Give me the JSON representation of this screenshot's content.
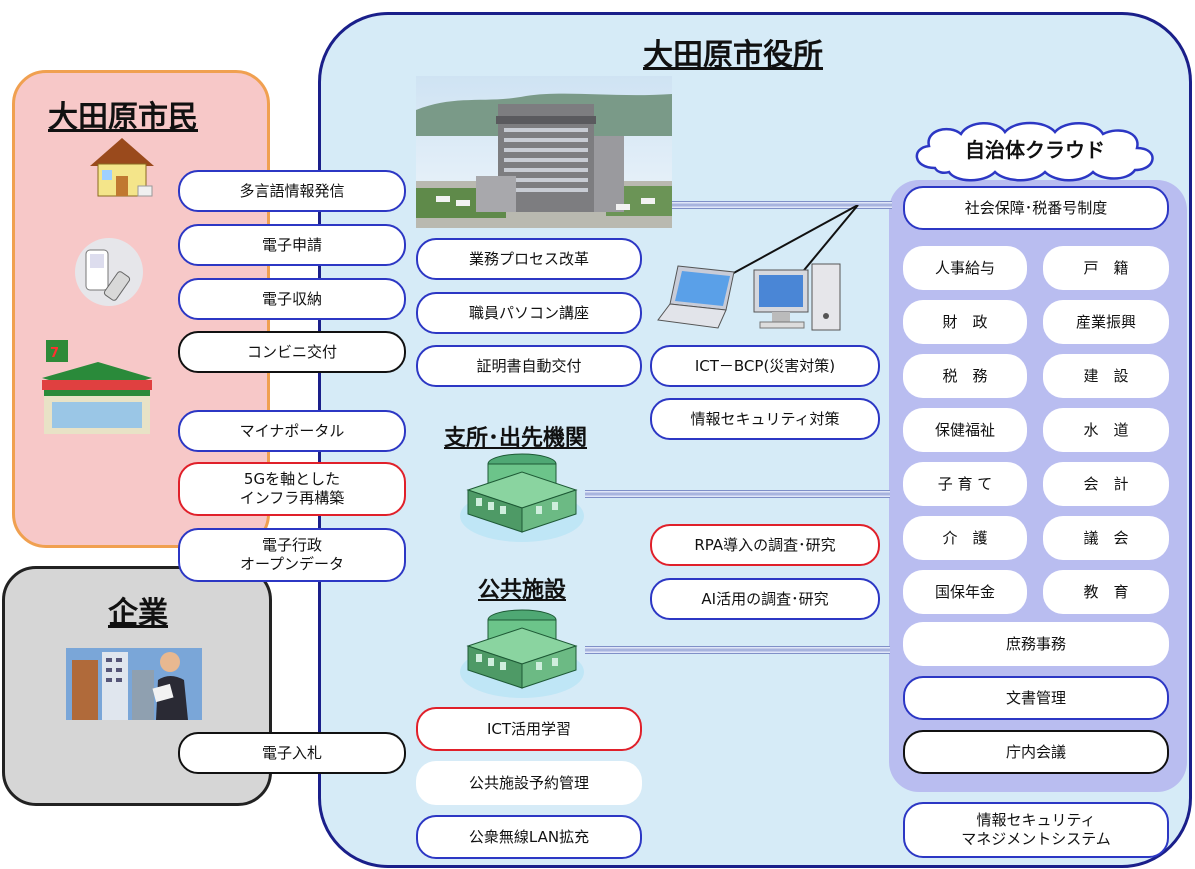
{
  "city_hall": {
    "title": "大田原市役所"
  },
  "citizens": {
    "title": "大田原市民"
  },
  "companies": {
    "title": "企業"
  },
  "honcho": {
    "title": "本庁"
  },
  "branch": {
    "title": "支所･出先機関"
  },
  "public": {
    "title": "公共施設"
  },
  "cloud": {
    "title": "自治体クラウド"
  },
  "left_services": [
    {
      "label": "多言語情報発信",
      "border": "blue"
    },
    {
      "label": "電子申請",
      "border": "blue"
    },
    {
      "label": "電子収納",
      "border": "blue"
    },
    {
      "label": "コンビニ交付",
      "border": "black"
    },
    {
      "label": "マイナポータル",
      "border": "blue"
    },
    {
      "label": "5Gを軸とした\nインフラ再構築",
      "border": "red"
    },
    {
      "label": "電子行政\nオープンデータ",
      "border": "blue"
    },
    {
      "label": "電子入札",
      "border": "black"
    }
  ],
  "honcho_services": [
    {
      "label": "業務プロセス改革",
      "border": "blue"
    },
    {
      "label": "職員パソコン講座",
      "border": "blue"
    },
    {
      "label": "証明書自動交付",
      "border": "blue"
    }
  ],
  "middle_services": [
    {
      "label": "ICT－BCP(災害対策)",
      "border": "blue"
    },
    {
      "label": "情報セキュリティ対策",
      "border": "blue"
    },
    {
      "label": "RPA導入の調査･研究",
      "border": "red"
    },
    {
      "label": "AI活用の調査･研究",
      "border": "blue"
    }
  ],
  "public_services": [
    {
      "label": "ICT活用学習",
      "border": "red"
    },
    {
      "label": "公共施設予約管理",
      "border": "none"
    },
    {
      "label": "公衆無線LAN拡充",
      "border": "blue"
    }
  ],
  "cloud_top": {
    "label": "社会保障･税番号制度"
  },
  "cloud_grid": [
    "人事給与",
    "戸　籍",
    "財　政",
    "産業振興",
    "税　務",
    "建　設",
    "保健福祉",
    "水　道",
    "子 育 て",
    "会　計",
    "介　護",
    "議　会",
    "国保年金",
    "教　育"
  ],
  "cloud_bottom": [
    {
      "label": "庶務事務",
      "border": "none"
    },
    {
      "label": "文書管理",
      "border": "blue"
    },
    {
      "label": "庁内会議",
      "border": "black"
    }
  ],
  "isms": {
    "label": "情報セキュリティ\nマネジメントシステム"
  },
  "colors": {
    "city_bg": "#d6ebf7",
    "city_border": "#1a1f8a",
    "citizen_bg": "#f7c8c8",
    "citizen_border": "#f0a050",
    "company_bg": "#d6d6d6",
    "cloud_bg": "#b9bdf0",
    "blue": "#2c37c4",
    "red": "#e0202a"
  },
  "icons": [
    "house-icon",
    "smartphone-icon",
    "convenience-store-icon",
    "businessman-icon",
    "city-hall-photo",
    "laptop-icon",
    "desktop-pc-icon",
    "branch-building-icon",
    "public-facility-icon",
    "cloud-icon"
  ]
}
